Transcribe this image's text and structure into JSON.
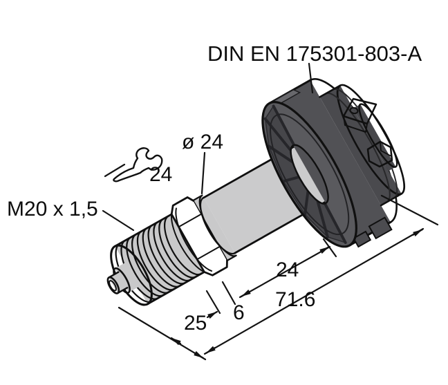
{
  "labels": {
    "connector_standard": "DIN EN 175301-803-A",
    "diameter": "ø 24",
    "wrench_size": "24",
    "thread": "M20 x 1,5"
  },
  "dimensions": {
    "body_length": "24",
    "overall_length": "71.6",
    "hex_width": "6",
    "thread_length": "25"
  },
  "icons": {
    "wrench": "open-end-wrench"
  },
  "colors": {
    "line": "#111111",
    "body_gray": "#c9c9ca",
    "housing_dark": "#59595c",
    "background": "#ffffff"
  }
}
